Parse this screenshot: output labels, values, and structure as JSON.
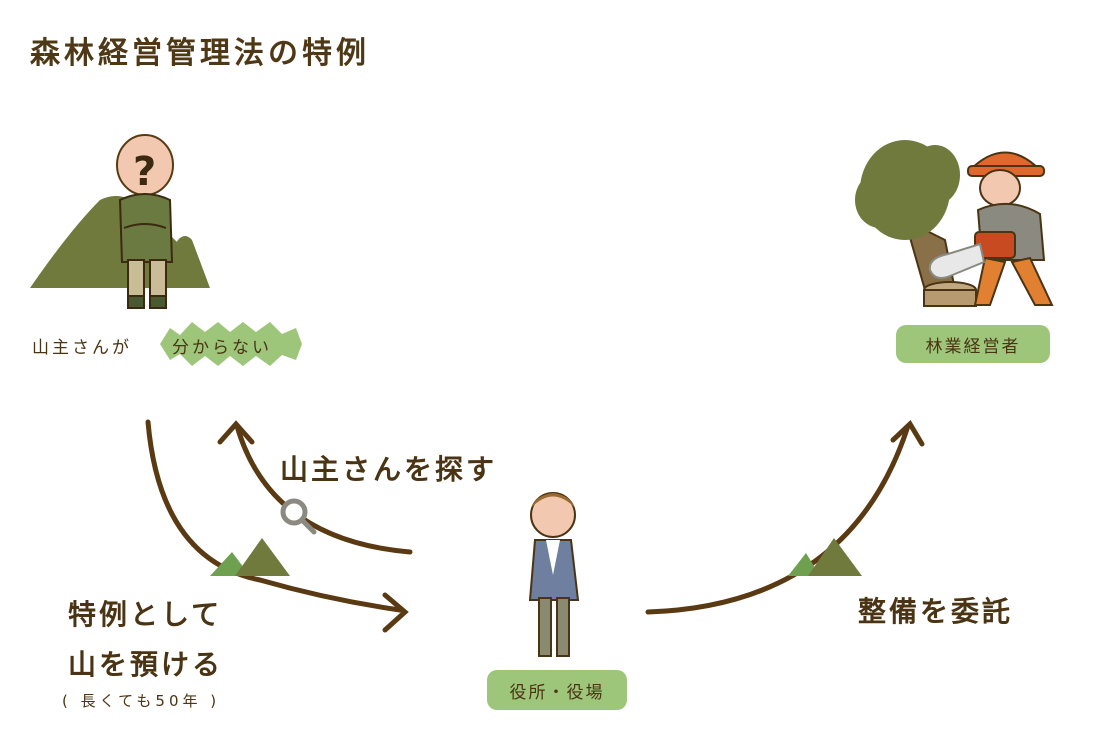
{
  "title": "森林経営管理法の特例",
  "owner": {
    "text_prefix": "山主さんが",
    "text_highlight": "分からない"
  },
  "forester": {
    "label": "林業経営者"
  },
  "office": {
    "label": "役所・役場"
  },
  "search": {
    "label": "山主さんを探す"
  },
  "entrust": {
    "line1": "特例として",
    "line2": "山を預ける",
    "note": "( 長くても50年 )"
  },
  "commission": {
    "label": "整備を委託"
  },
  "colors": {
    "arrow": "#5a3a12",
    "mountain_dark": "#6f7a3c",
    "mountain_light": "#8aa04e",
    "highlight": "#9ec67a",
    "box": "#9ec67a"
  }
}
